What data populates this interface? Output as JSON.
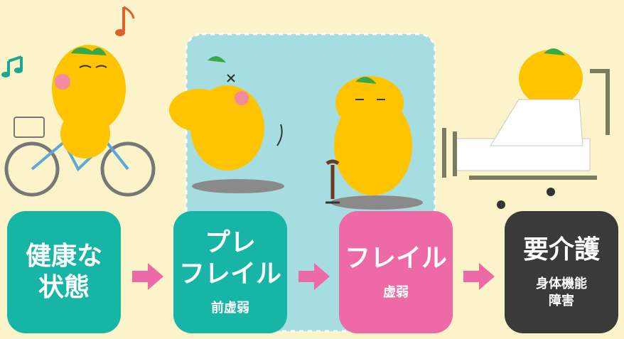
{
  "stages": [
    {
      "title": "健康な\n状態",
      "subtitle": ""
    },
    {
      "title": "プレ\nフレイル",
      "subtitle": "前虚弱"
    },
    {
      "title": "フレイル",
      "subtitle": "虚弱"
    },
    {
      "title": "要介護",
      "subtitle": "身体機能\n障害"
    }
  ],
  "colors": {
    "background": "#fbf3c9",
    "healthy": "#16b5a6",
    "prefrail": "#16b5a6",
    "frail": "#ee6aa7",
    "care": "#3a3a3a",
    "arrow": "#ee6aa7",
    "highlight_panel": "#a6dde0",
    "character": "#ffc400"
  },
  "icons": [
    "music-note-icon",
    "bicycle-icon",
    "cane-icon",
    "hospital-bed-icon",
    "arrow-right-icon"
  ]
}
